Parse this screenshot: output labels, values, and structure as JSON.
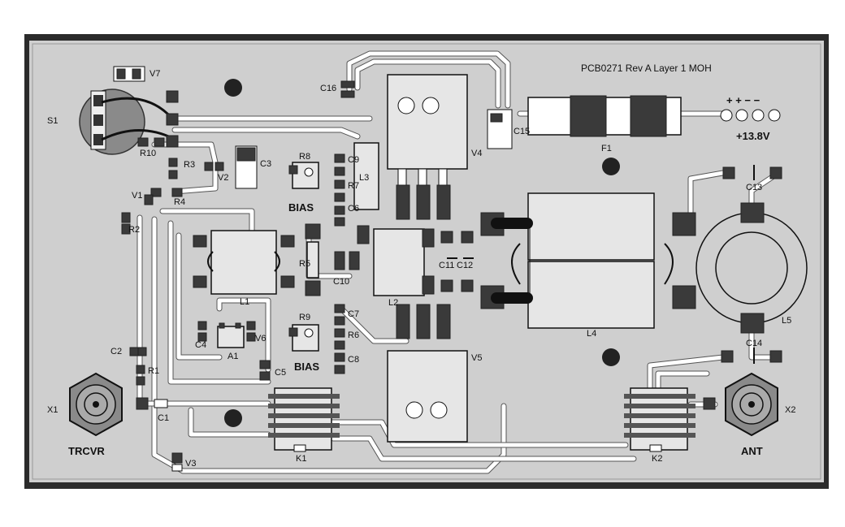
{
  "title_text": "PCB0271 Rev A Layer 1 MOH",
  "power_label": "+13.8V",
  "power_polarity": "+ +   − −",
  "connectors": {
    "input": "TRCVR",
    "output": "ANT"
  },
  "bias_labels": {
    "top": "BIAS",
    "bottom": "BIAS"
  },
  "designators": {
    "S1": "S1",
    "V7": "V7",
    "C16": "C16",
    "R10": "R10",
    "R3": "R3",
    "V2": "V2",
    "C3": "C3",
    "R8": "R8",
    "C9": "C9",
    "L3": "L3",
    "V4": "V4",
    "C15": "C15",
    "F1": "F1",
    "V1": "V1",
    "R4": "R4",
    "R2": "R2",
    "R7": "R7",
    "C6": "C6",
    "C13": "C13",
    "R5": "R5",
    "C10": "C10",
    "C11": "C11",
    "C12": "C12",
    "L1": "L1",
    "L2": "L2",
    "L4": "L4",
    "L5": "L5",
    "C4": "C4",
    "A1": "A1",
    "V6": "V6",
    "R9": "R9",
    "C7": "C7",
    "R6": "R6",
    "C8": "C8",
    "C5": "C5",
    "V5": "V5",
    "C14": "C14",
    "C2": "C2",
    "R1": "R1",
    "X1": "X1",
    "C1": "C1",
    "K1": "K1",
    "K2": "K2",
    "X2": "X2",
    "V3": "V3"
  },
  "colors": {
    "board": "#cfcfcf",
    "frame": "#2b2b2b",
    "trace": "#ffffff",
    "pad": "#3a3a3a"
  }
}
